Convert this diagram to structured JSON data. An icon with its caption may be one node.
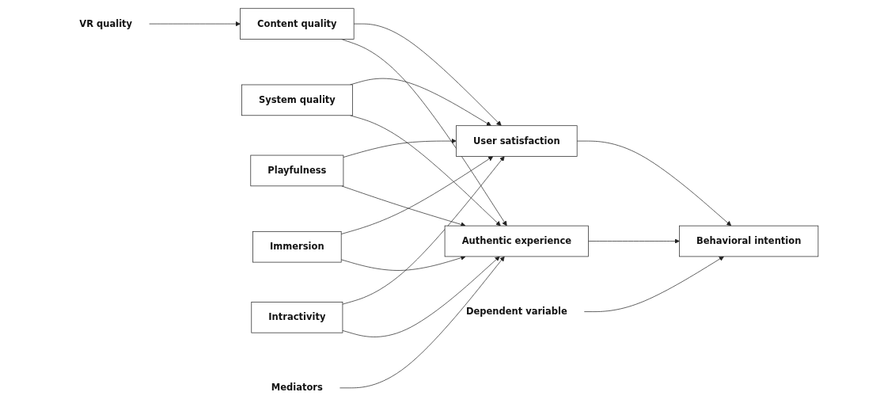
{
  "diagram": {
    "nodes": [
      {
        "text": [
          "VR quality"
        ]
      },
      {
        "text": [
          "Content quality"
        ]
      },
      {
        "text": [
          "System quality"
        ]
      },
      {
        "text": [
          "Playfulness"
        ]
      },
      {
        "text": [
          "Immersion"
        ]
      },
      {
        "text": [
          "Intractivity"
        ]
      },
      {
        "text": [
          "Mediators"
        ]
      },
      {
        "text": [
          "Authentic experience"
        ]
      },
      {
        "text": [
          "User satisfaction"
        ]
      },
      {
        "text": [
          "Dependent variable"
        ]
      },
      {
        "text": [
          "Behavioral intention"
        ]
      }
    ],
    "edges": [
      {
        "from": 0,
        "to": 1,
        "arrow": "to"
      },
      {
        "from": 1,
        "to": 7,
        "arrow": "to"
      },
      {
        "from": 1,
        "to": 8,
        "arrow": "to"
      },
      {
        "from": 2,
        "to": 7,
        "arrow": "to"
      },
      {
        "from": 2,
        "to": 8,
        "arrow": "to"
      },
      {
        "from": 3,
        "to": 7,
        "arrow": "to"
      },
      {
        "from": 3,
        "to": 8,
        "arrow": "to"
      },
      {
        "from": 4,
        "to": 7,
        "arrow": "to"
      },
      {
        "from": 4,
        "to": 8,
        "arrow": "to"
      },
      {
        "from": 5,
        "to": 7,
        "arrow": "to"
      },
      {
        "from": 5,
        "to": 8,
        "arrow": "to"
      },
      {
        "from": 6,
        "to": 7,
        "arrow": "to"
      },
      {
        "from": 7,
        "to": 10,
        "arrow": "to"
      },
      {
        "from": 8,
        "to": 10,
        "arrow": "to"
      },
      {
        "from": 9,
        "to": 10,
        "arrow": "to"
      }
    ]
  }
}
